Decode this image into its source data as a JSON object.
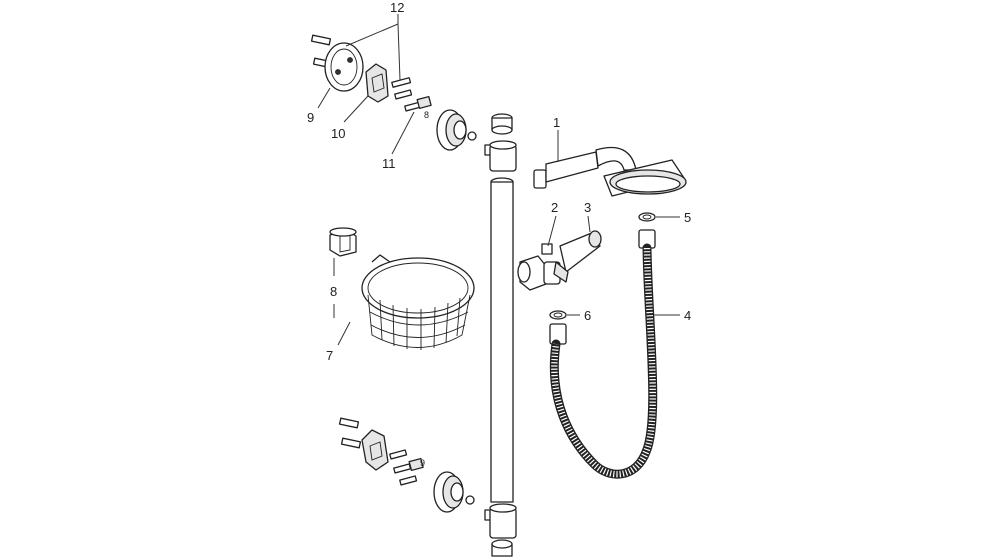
{
  "callouts": [
    {
      "id": "1",
      "text": "1"
    },
    {
      "id": "2",
      "text": "2"
    },
    {
      "id": "3",
      "text": "3"
    },
    {
      "id": "4",
      "text": "4"
    },
    {
      "id": "5",
      "text": "5"
    },
    {
      "id": "6",
      "text": "6"
    },
    {
      "id": "7",
      "text": "7"
    },
    {
      "id": "8",
      "text": "8"
    },
    {
      "id": "9",
      "text": "9"
    },
    {
      "id": "10",
      "text": "10"
    },
    {
      "id": "11",
      "text": "11"
    },
    {
      "id": "12",
      "text": "12"
    }
  ],
  "small_marks": {
    "upper_ref": "8",
    "lower_ref": "9"
  }
}
